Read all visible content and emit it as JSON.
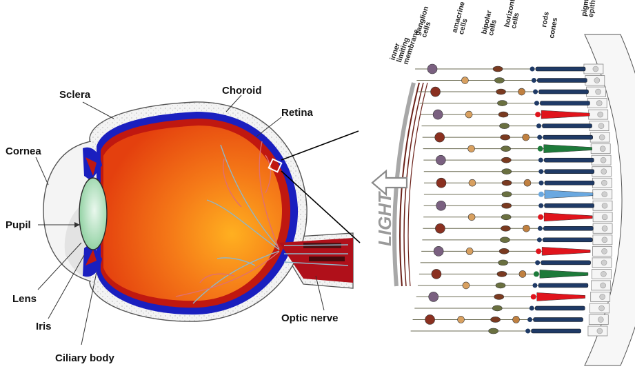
{
  "eye_labels": {
    "sclera": "Sclera",
    "choroid": "Choroid",
    "retina": "Retina",
    "cornea": "Cornea",
    "pupil": "Pupil",
    "lens": "Lens",
    "iris": "Iris",
    "ciliary_body": "Ciliary body",
    "optic_nerve": "Optic nerve"
  },
  "retina_labels": {
    "inner_limiting_membrane": [
      "inner",
      "limiting",
      "membrane"
    ],
    "ganglion_cells": [
      "ganglion",
      "cells"
    ],
    "amacrine_cells": [
      "amacrine",
      "cells"
    ],
    "bipolar_cells": [
      "bipolar",
      "cells"
    ],
    "horizontal_cells": [
      "horizontal",
      "cells"
    ],
    "rods": "rods",
    "cones": "cones",
    "pigment_epithelium": [
      "pigment",
      "epithelium"
    ]
  },
  "light_label": "LIGHT",
  "colors": {
    "sclera": "#f1f1f1",
    "choroid": "#1a1fbf",
    "retina": "#c01810",
    "vitreous": "#f25a10",
    "lens": "#b8e6c4",
    "cone_red": "#e0141c",
    "cone_green": "#1d7a3a",
    "cone_blue": "#6aa8e0",
    "rod": "#1f3a66",
    "vessel": "#8fb6c8"
  }
}
